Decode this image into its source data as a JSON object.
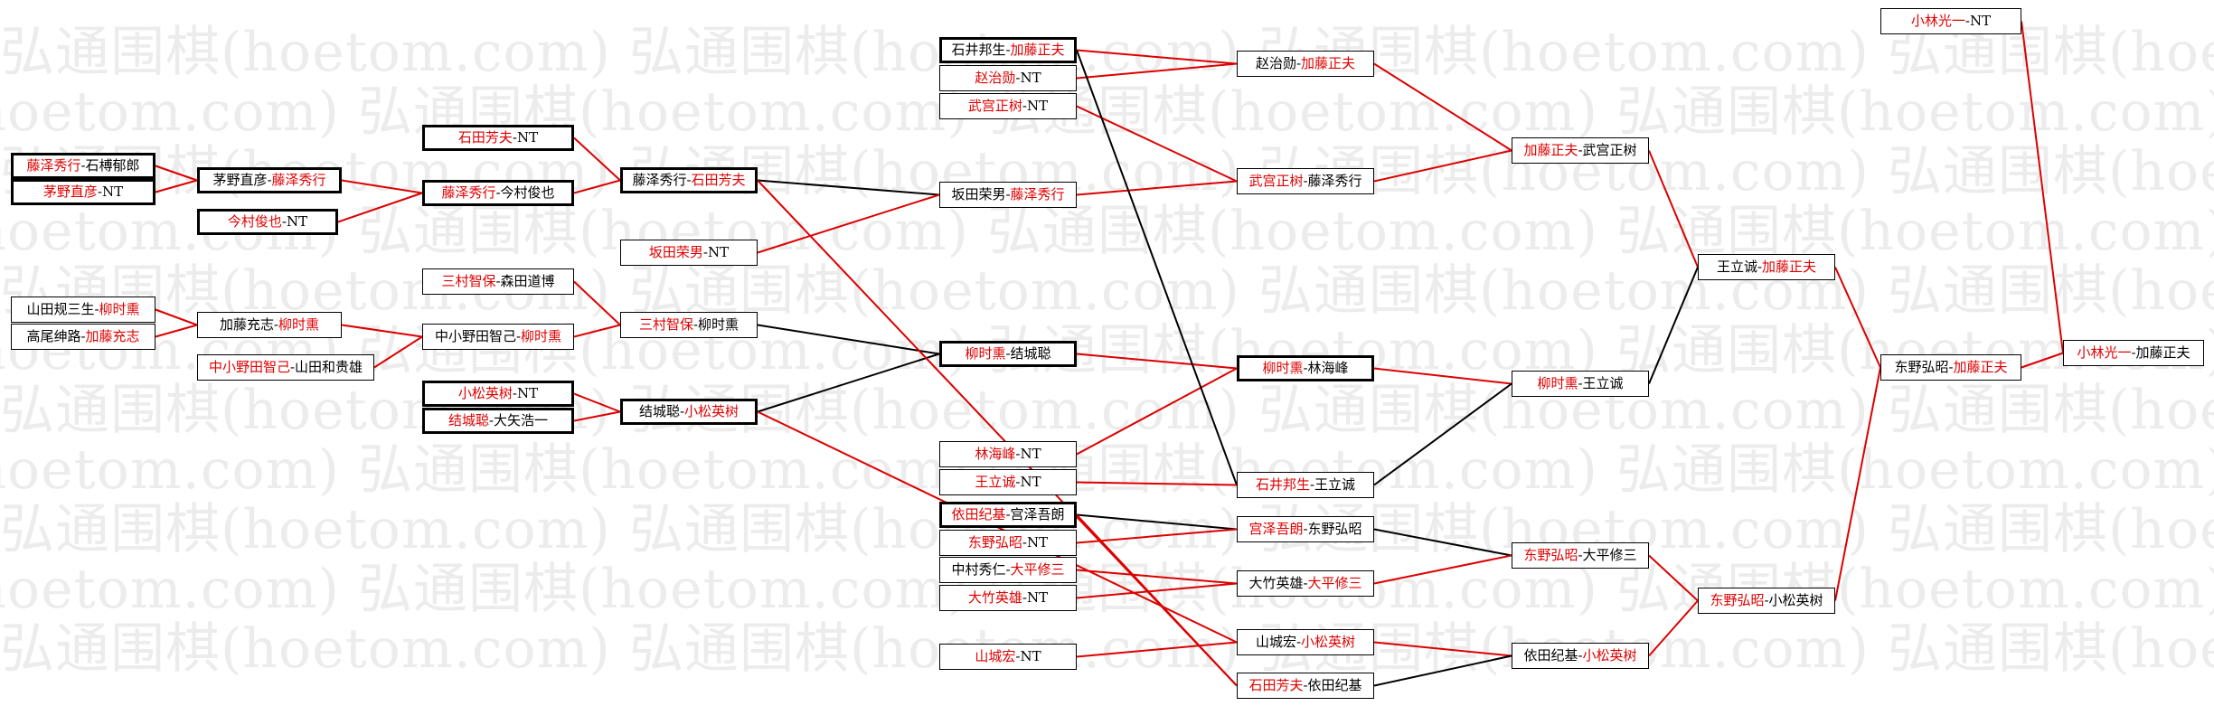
{
  "watermark": "弘通围棋(hoetom.com)",
  "colors": {
    "win_line": "#dd0000",
    "loss_line": "#000000",
    "winner_text": "#e00000"
  },
  "players": [
    {
      "id": "a1",
      "l": "藤泽秀行",
      "r": "石榑郁郎",
      "w": "l",
      "b": 1
    },
    {
      "id": "a2",
      "l": "茅野直彦",
      "r": "NT",
      "w": "l",
      "b": 1
    },
    {
      "id": "a3",
      "l": "今村俊也",
      "r": "NT",
      "w": "l",
      "b": 1
    },
    {
      "id": "a4",
      "l": "山田规三生",
      "r": "柳时熏",
      "w": "r",
      "b": 0
    },
    {
      "id": "a5",
      "l": "高尾绅路",
      "r": "加藤充志",
      "w": "r",
      "b": 0
    },
    {
      "id": "a6",
      "l": "中小野田智己",
      "r": "山田和贵雄",
      "w": "l",
      "b": 0
    },
    {
      "id": "b1",
      "l": "茅野直彦",
      "r": "藤泽秀行",
      "w": "r",
      "b": 1
    },
    {
      "id": "b2",
      "l": "加藤充志",
      "r": "柳时熏",
      "w": "r",
      "b": 0
    },
    {
      "id": "c1",
      "l": "石田芳夫",
      "r": "NT",
      "w": "l",
      "b": 1
    },
    {
      "id": "c2",
      "l": "藤泽秀行",
      "r": "今村俊也",
      "w": "l",
      "b": 1
    },
    {
      "id": "c3",
      "l": "三村智保",
      "r": "森田道博",
      "w": "l",
      "b": 0
    },
    {
      "id": "c4",
      "l": "中小野田智己",
      "r": "柳时熏",
      "w": "r",
      "b": 0
    },
    {
      "id": "c5",
      "l": "小松英树",
      "r": "NT",
      "w": "l",
      "b": 1
    },
    {
      "id": "c6",
      "l": "结城聪",
      "r": "大矢浩一",
      "w": "l",
      "b": 1
    },
    {
      "id": "d1",
      "l": "藤泽秀行",
      "r": "石田芳夫",
      "w": "r",
      "b": 1
    },
    {
      "id": "d2",
      "l": "坂田荣男",
      "r": "NT",
      "w": "l",
      "b": 0
    },
    {
      "id": "d3",
      "l": "三村智保",
      "r": "柳时熏",
      "w": "l",
      "b": 0
    },
    {
      "id": "d4",
      "l": "结城聪",
      "r": "小松英树",
      "w": "r",
      "b": 1
    },
    {
      "id": "e1",
      "l": "石井邦生",
      "r": "加藤正夫",
      "w": "r",
      "b": 1
    },
    {
      "id": "e2",
      "l": "赵治勋",
      "r": "NT",
      "w": "l",
      "b": 0
    },
    {
      "id": "e3",
      "l": "武宫正树",
      "r": "NT",
      "w": "l",
      "b": 0
    },
    {
      "id": "e4",
      "l": "坂田荣男",
      "r": "藤泽秀行",
      "w": "r",
      "b": 0
    },
    {
      "id": "e5",
      "l": "柳时熏",
      "r": "结城聪",
      "w": "l",
      "b": 1
    },
    {
      "id": "e6",
      "l": "林海峰",
      "r": "NT",
      "w": "l",
      "b": 0
    },
    {
      "id": "e7",
      "l": "王立诚",
      "r": "NT",
      "w": "l",
      "b": 0
    },
    {
      "id": "e8",
      "l": "依田纪基",
      "r": "宫泽吾朗",
      "w": "l",
      "b": 1
    },
    {
      "id": "e9",
      "l": "东野弘昭",
      "r": "NT",
      "w": "l",
      "b": 0
    },
    {
      "id": "e10",
      "l": "中村秀仁",
      "r": "大平修三",
      "w": "r",
      "b": 0
    },
    {
      "id": "e11",
      "l": "大竹英雄",
      "r": "NT",
      "w": "l",
      "b": 0
    },
    {
      "id": "e12",
      "l": "山城宏",
      "r": "NT",
      "w": "l",
      "b": 0
    },
    {
      "id": "f1",
      "l": "赵治勋",
      "r": "加藤正夫",
      "w": "r",
      "b": 0
    },
    {
      "id": "f2",
      "l": "武宫正树",
      "r": "藤泽秀行",
      "w": "l",
      "b": 0
    },
    {
      "id": "f3",
      "l": "柳时熏",
      "r": "林海峰",
      "w": "l",
      "b": 1
    },
    {
      "id": "f4",
      "l": "石井邦生",
      "r": "王立诚",
      "w": "l",
      "b": 0
    },
    {
      "id": "f5",
      "l": "宫泽吾朗",
      "r": "东野弘昭",
      "w": "l",
      "b": 0
    },
    {
      "id": "f6",
      "l": "大竹英雄",
      "r": "大平修三",
      "w": "r",
      "b": 0
    },
    {
      "id": "f7",
      "l": "山城宏",
      "r": "小松英树",
      "w": "r",
      "b": 0
    },
    {
      "id": "f8",
      "l": "石田芳夫",
      "r": "依田纪基",
      "w": "l",
      "b": 0
    },
    {
      "id": "g1",
      "l": "加藤正夫",
      "r": "武宫正树",
      "w": "l",
      "b": 0
    },
    {
      "id": "g2",
      "l": "柳时熏",
      "r": "王立诚",
      "w": "l",
      "b": 0
    },
    {
      "id": "g3",
      "l": "东野弘昭",
      "r": "大平修三",
      "w": "l",
      "b": 0
    },
    {
      "id": "g4",
      "l": "依田纪基",
      "r": "小松英树",
      "w": "r",
      "b": 0
    },
    {
      "id": "h1",
      "l": "王立诚",
      "r": "加藤正夫",
      "w": "r",
      "b": 0
    },
    {
      "id": "h2",
      "l": "东野弘昭",
      "r": "小松英树",
      "w": "l",
      "b": 0
    },
    {
      "id": "i1",
      "l": "东野弘昭",
      "r": "加藤正夫",
      "w": "r",
      "b": 0
    },
    {
      "id": "j0",
      "l": "小林光一",
      "r": "NT",
      "w": "l",
      "b": 0
    },
    {
      "id": "j1",
      "l": "小林光一",
      "r": "加藤正夫",
      "w": "l",
      "b": 0
    }
  ],
  "connections": [
    {
      "from": "a1",
      "to": "b1",
      "c": "r"
    },
    {
      "from": "a2",
      "to": "b1",
      "c": "r"
    },
    {
      "from": "a3",
      "to": "c2",
      "c": "r"
    },
    {
      "from": "b1",
      "to": "c2",
      "c": "r"
    },
    {
      "from": "c1",
      "to": "d1",
      "c": "r"
    },
    {
      "from": "c2",
      "to": "d1",
      "c": "r"
    },
    {
      "from": "a4",
      "to": "b2",
      "c": "r"
    },
    {
      "from": "a5",
      "to": "b2",
      "c": "r"
    },
    {
      "from": "a6",
      "to": "c4",
      "c": "r"
    },
    {
      "from": "b2",
      "to": "c4",
      "c": "r"
    },
    {
      "from": "c3",
      "to": "d3",
      "c": "r"
    },
    {
      "from": "c4",
      "to": "d3",
      "c": "r"
    },
    {
      "from": "c5",
      "to": "d4",
      "c": "r"
    },
    {
      "from": "c6",
      "to": "d4",
      "c": "r"
    },
    {
      "from": "d1",
      "to": "e4",
      "c": "k"
    },
    {
      "from": "d2",
      "to": "e4",
      "c": "r"
    },
    {
      "from": "d3",
      "to": "e5",
      "c": "k"
    },
    {
      "from": "d4",
      "to": "e5",
      "c": "k"
    },
    {
      "from": "e1",
      "to": "f1",
      "c": "r"
    },
    {
      "from": "e2",
      "to": "f1",
      "c": "r"
    },
    {
      "from": "e3",
      "to": "f2",
      "c": "r"
    },
    {
      "from": "e4",
      "to": "f2",
      "c": "r"
    },
    {
      "from": "e5",
      "to": "f3",
      "c": "r"
    },
    {
      "from": "e6",
      "to": "f3",
      "c": "r"
    },
    {
      "from": "e1",
      "to": "f4",
      "c": "k"
    },
    {
      "from": "e7",
      "to": "f4",
      "c": "r"
    },
    {
      "from": "e8",
      "to": "f5",
      "c": "k"
    },
    {
      "from": "e9",
      "to": "f5",
      "c": "r"
    },
    {
      "from": "e10",
      "to": "f6",
      "c": "r"
    },
    {
      "from": "e11",
      "to": "f6",
      "c": "r"
    },
    {
      "from": "d4",
      "to": "f7",
      "c": "r"
    },
    {
      "from": "e12",
      "to": "f7",
      "c": "r"
    },
    {
      "from": "d1",
      "to": "f8",
      "c": "r"
    },
    {
      "from": "e8",
      "to": "f8",
      "c": "r"
    },
    {
      "from": "f1",
      "to": "g1",
      "c": "r"
    },
    {
      "from": "f2",
      "to": "g1",
      "c": "r"
    },
    {
      "from": "f3",
      "to": "g2",
      "c": "r"
    },
    {
      "from": "f4",
      "to": "g2",
      "c": "k"
    },
    {
      "from": "f5",
      "to": "g3",
      "c": "k"
    },
    {
      "from": "f6",
      "to": "g3",
      "c": "r"
    },
    {
      "from": "f7",
      "to": "g4",
      "c": "r"
    },
    {
      "from": "f8",
      "to": "g4",
      "c": "k"
    },
    {
      "from": "g1",
      "to": "h1",
      "c": "r"
    },
    {
      "from": "g2",
      "to": "h1",
      "c": "k"
    },
    {
      "from": "g3",
      "to": "h2",
      "c": "r"
    },
    {
      "from": "g4",
      "to": "h2",
      "c": "r"
    },
    {
      "from": "h1",
      "to": "i1",
      "c": "r"
    },
    {
      "from": "h2",
      "to": "i1",
      "c": "r"
    },
    {
      "from": "j0",
      "to": "j1",
      "c": "r"
    },
    {
      "from": "i1",
      "to": "j1",
      "c": "r"
    }
  ]
}
